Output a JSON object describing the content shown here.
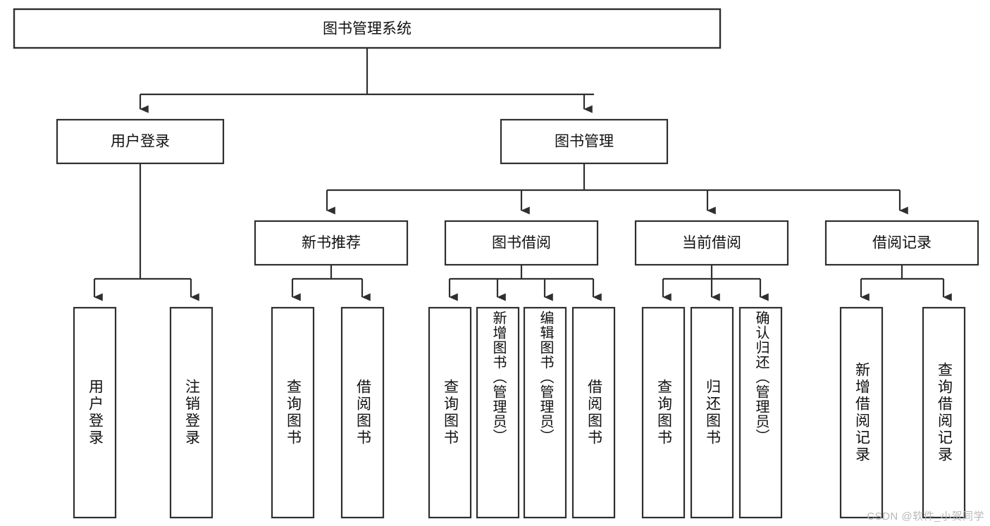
{
  "diagram": {
    "type": "tree-hierarchy",
    "title": "图书管理系统",
    "watermark": "CSDN @软件_小贺同学",
    "colors": {
      "stroke": "#2f2f2f",
      "fill": "#ffffff",
      "text": "#111111",
      "watermark": "#b8b8b8"
    },
    "root": {
      "label": "图书管理系统"
    },
    "level2": [
      {
        "label": "用户登录"
      },
      {
        "label": "图书管理"
      }
    ],
    "level3": [
      {
        "label": "新书推荐"
      },
      {
        "label": "图书借阅"
      },
      {
        "label": "当前借阅"
      },
      {
        "label": "借阅记录"
      }
    ],
    "leaves": {
      "user_login": [
        {
          "label": "用户登录"
        },
        {
          "label": "注销登录"
        }
      ],
      "new_book_recommend": [
        {
          "label": "查询图书"
        },
        {
          "label": "借阅图书"
        }
      ],
      "book_borrow": [
        {
          "label": "查询图书"
        },
        {
          "label": "新增图书（管理员）"
        },
        {
          "label": "编辑图书（管理员）"
        },
        {
          "label": "借阅图书"
        }
      ],
      "current_borrow": [
        {
          "label": "查询图书"
        },
        {
          "label": "归还图书"
        },
        {
          "label": "确认归还（管理员）"
        }
      ],
      "borrow_record": [
        {
          "label": "新增借阅记录"
        },
        {
          "label": "查询借阅记录"
        }
      ]
    }
  }
}
